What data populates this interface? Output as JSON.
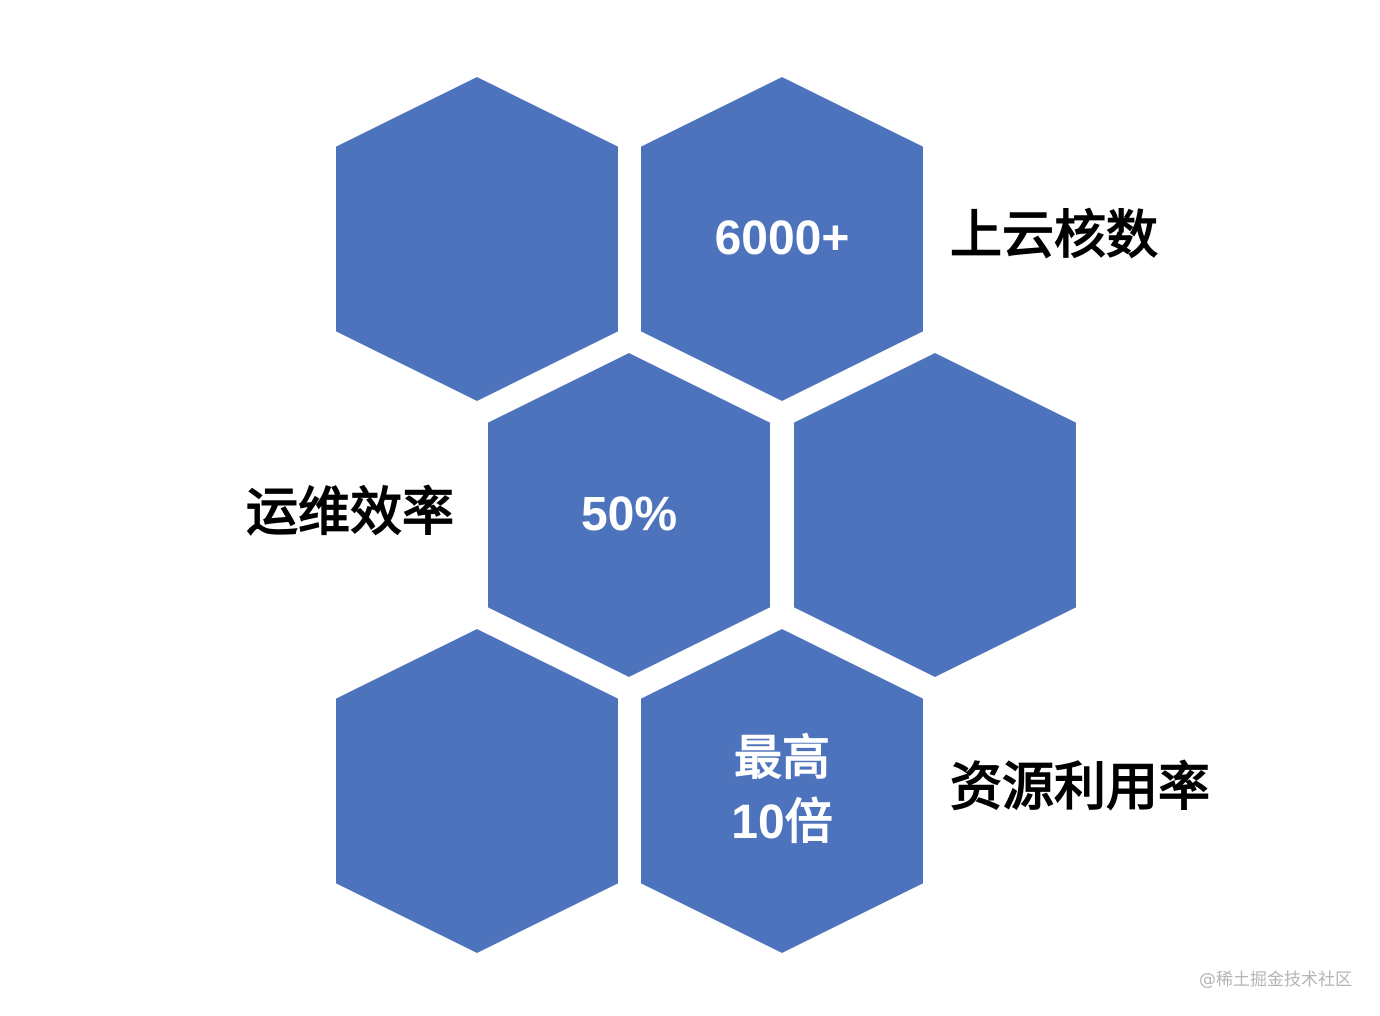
{
  "hexagons": {
    "top_right": {
      "value": "6000+"
    },
    "middle_left": {
      "value": "50%"
    },
    "bottom_right": {
      "line1": "最高",
      "line2": "10倍"
    }
  },
  "labels": {
    "cloud_cores": "上云核数",
    "ops_efficiency": "运维效率",
    "resource_utilization": "资源利用率"
  },
  "watermark": "@稀土掘金技术社区",
  "colors": {
    "hex_fill": "#4e73bd",
    "hex_text": "#ffffff",
    "label_text": "#000000",
    "watermark": "#b5b5b5"
  }
}
